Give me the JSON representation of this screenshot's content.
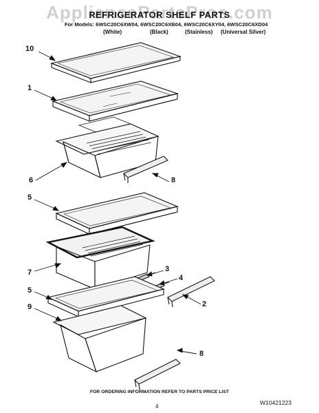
{
  "page": {
    "watermark": "AppliancePartsPros.com",
    "title": "REFRIGERATOR SHELF PARTS",
    "models_line": "For Models: 6WSC20C6XW04, 6WSC20C6XB04, 6WSC20C6XY04, 6WSC20C6XD04",
    "colors": [
      "(White)",
      "(Black)",
      "(Stainless)",
      "(Universal Silver)"
    ],
    "footer": "FOR ORDERING INFORMATION REFER TO PARTS PRICE LIST",
    "page_number": "4",
    "document_number": "W10421223"
  },
  "callouts": [
    {
      "id": "c10a",
      "label": "10"
    },
    {
      "id": "c1",
      "label": "1"
    },
    {
      "id": "c6",
      "label": "6"
    },
    {
      "id": "c8a",
      "label": "8"
    },
    {
      "id": "c5a",
      "label": "5"
    },
    {
      "id": "c3",
      "label": "3"
    },
    {
      "id": "c4",
      "label": "4"
    },
    {
      "id": "c7",
      "label": "7"
    },
    {
      "id": "c2",
      "label": "2"
    },
    {
      "id": "c5b",
      "label": "5"
    },
    {
      "id": "c9",
      "label": "9"
    },
    {
      "id": "c8b",
      "label": "8"
    }
  ]
}
